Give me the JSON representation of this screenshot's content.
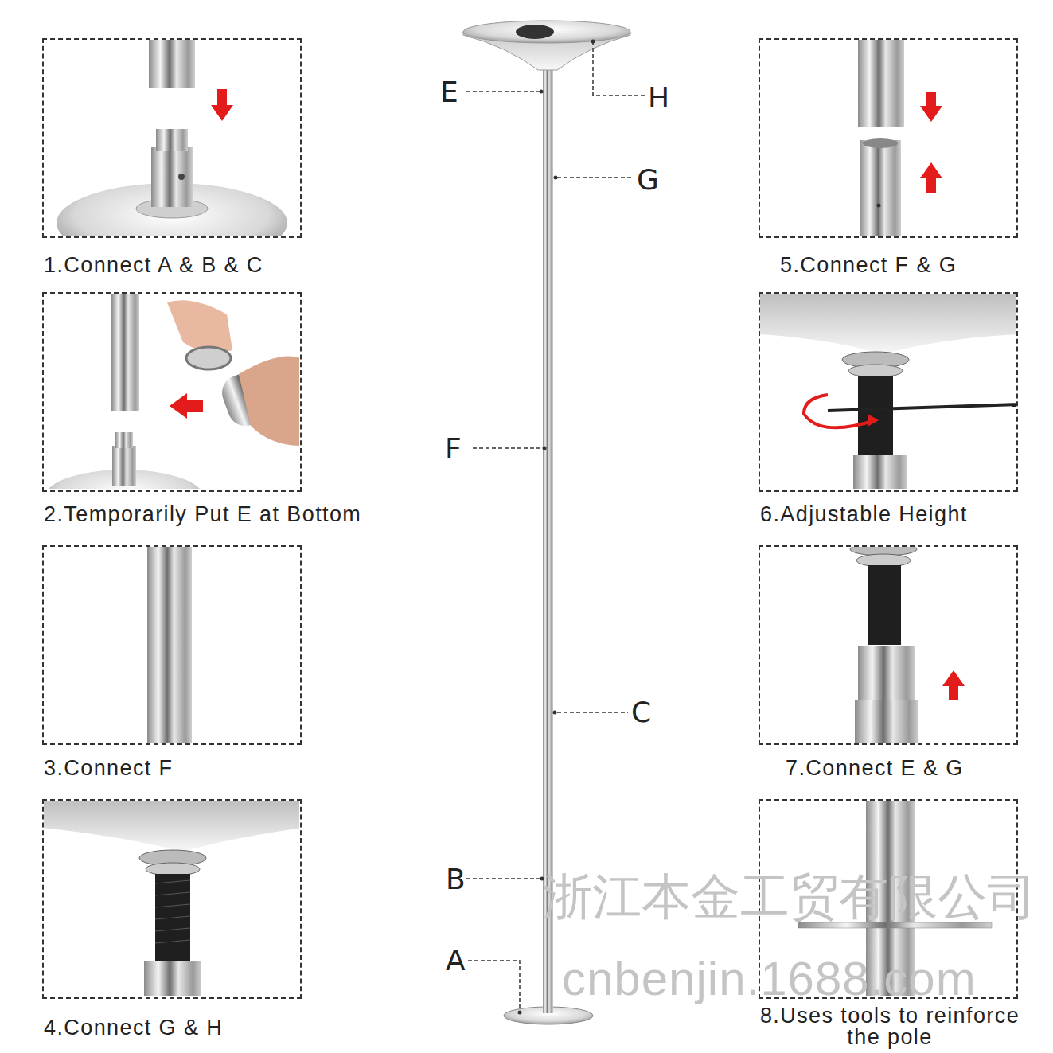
{
  "diagram": {
    "nodes": [
      {
        "text": [
          "1.Connect A & B & C"
        ]
      },
      {
        "text": [
          "2.Temporarily Put E at Bottom"
        ]
      },
      {
        "text": [
          "3.Connect F"
        ]
      },
      {
        "text": [
          "4.Connect G & H"
        ]
      },
      {
        "text": [
          "5.Connect F & G"
        ]
      },
      {
        "text": [
          "6.Adjustable Height"
        ]
      },
      {
        "text": [
          "7.Connect E & G"
        ]
      },
      {
        "text": [
          "8.Uses tools to reinforce the pole"
        ]
      }
    ],
    "edges": [],
    "labels": [
      "E",
      "H",
      "G",
      "F",
      "C",
      "B",
      "A",
      "浙江本金工贸有限公司",
      "cnbenjin.1688.com"
    ]
  }
}
